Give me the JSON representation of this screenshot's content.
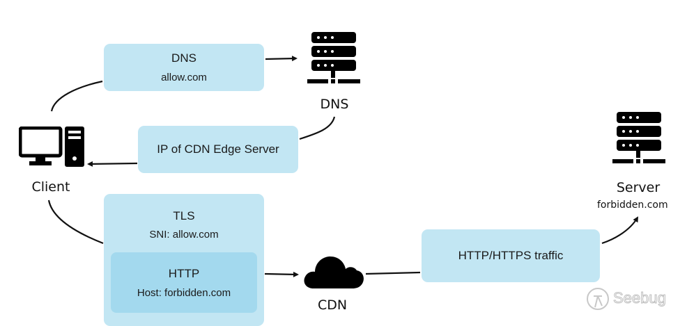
{
  "nodes": {
    "client": {
      "label": "Client",
      "icon": "desktop-computer-icon"
    },
    "dns_server": {
      "label": "DNS",
      "icon": "server-rack-icon"
    },
    "cdn": {
      "label": "CDN",
      "icon": "cloud-icon"
    },
    "server": {
      "label": "Server",
      "sublabel": "forbidden.com",
      "icon": "server-rack-icon"
    }
  },
  "boxes": {
    "dns_query": {
      "title": "DNS",
      "subtitle": "allow.com"
    },
    "dns_response": {
      "title": "IP of CDN Edge Server"
    },
    "tls": {
      "title": "TLS",
      "subtitle": "SNI: allow.com"
    },
    "http": {
      "title": "HTTP",
      "subtitle": "Host: forbidden.com"
    },
    "traffic": {
      "title": "HTTP/HTTPS traffic"
    }
  },
  "watermark": {
    "text": "Seebug"
  },
  "colors": {
    "box": "#c2e6f3",
    "inner_box": "#a3d9ee",
    "line": "#111111"
  }
}
